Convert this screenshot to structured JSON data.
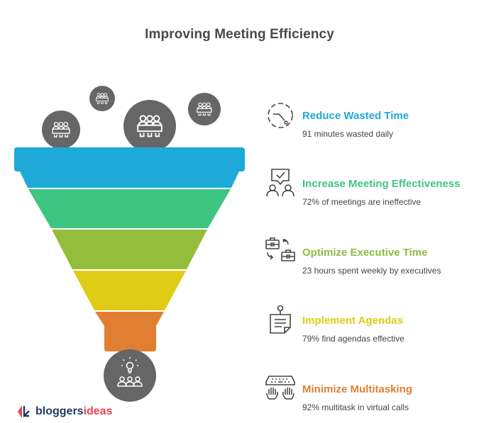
{
  "title": "Improving Meeting Efficiency",
  "funnel": {
    "colors": {
      "rim": "#1ea9d9",
      "band1": "#1ea9d9",
      "band2": "#3ec582",
      "band3": "#94bd3b",
      "band4": "#e0cb17",
      "band5": "#e07f32",
      "circle": "#666666"
    },
    "top_circle_icons": [
      "meeting-table-icon",
      "meeting-table-icon",
      "meeting-table-icon",
      "meeting-table-icon"
    ],
    "bottom_circle_icon": "idea-team-icon"
  },
  "items": [
    {
      "heading": "Reduce Wasted Time",
      "desc": "91 minutes wasted daily",
      "color": "#1ea9d9",
      "icon": "clock-icon"
    },
    {
      "heading": "Increase Meeting Effectiveness",
      "desc": "72% of meetings are ineffective",
      "color": "#3ec582",
      "icon": "discussion-check-icon"
    },
    {
      "heading": "Optimize Executive Time",
      "desc": "23 hours spent weekly by executives",
      "color": "#8cbd3f",
      "icon": "briefcase-swap-icon"
    },
    {
      "heading": "Implement Agendas",
      "desc": "79% find agendas effective",
      "color": "#e0cb17",
      "icon": "pinned-note-icon"
    },
    {
      "heading": "Minimize Multitasking",
      "desc": "92% multitask in virtual calls",
      "color": "#e07f32",
      "icon": "keyboard-hands-icon"
    }
  ],
  "logo": {
    "part1": "bloggers",
    "part2": "ideas"
  }
}
